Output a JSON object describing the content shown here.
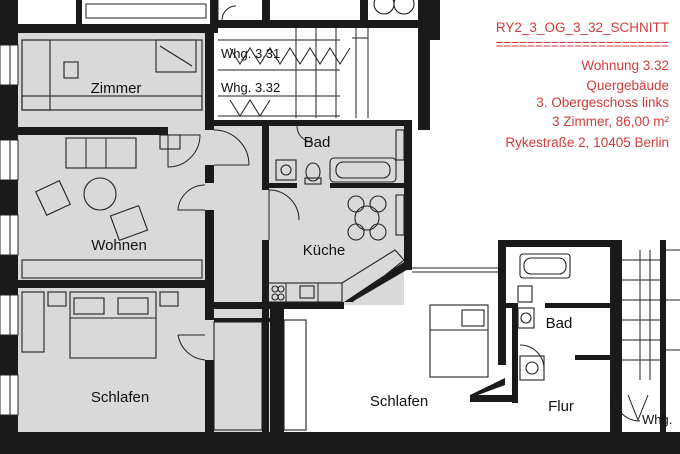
{
  "colors": {
    "info_text": "#d23c3c",
    "wall": "#1a1a1a",
    "apartment_fill": "#d9d9d9",
    "background": "#ffffff"
  },
  "info_block": {
    "title": "RY2_3_OG_3_32_SCHNITT",
    "separator": "======================",
    "unit": "Wohnung 3.32",
    "building": "Quergebäude",
    "floor": "3. Obergeschoss links",
    "rooms_area": "3 Zimmer, 86,00 m²",
    "address": "Rykestraße 2, 10405 Berlin"
  },
  "rooms": {
    "zimmer": "Zimmer",
    "wohnen": "Wohnen",
    "schlafen": "Schlafen",
    "bad": "Bad",
    "kueche": "Küche",
    "schlafen_neighbor": "Schlafen",
    "bad_neighbor": "Bad",
    "flur_neighbor": "Flur"
  },
  "stair_labels": {
    "whg_331": "Whg. 3.31",
    "whg_332": "Whg. 3.32",
    "whg_edge": "Whg."
  }
}
